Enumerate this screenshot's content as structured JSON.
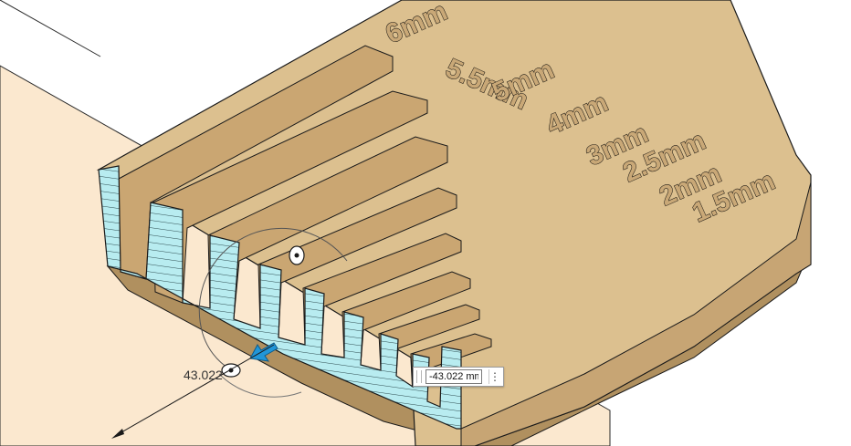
{
  "engraved_labels": [
    "6mm",
    "5.5mm",
    "5mm",
    "4mm",
    "3mm",
    "2.5mm",
    "2mm",
    "1.5mm"
  ],
  "angle_readout": "43.022",
  "distance_input": {
    "value": "-43.022 mm"
  },
  "more_options_glyph": "⋮",
  "icons": {
    "move_arrow": "blue-move-arrow-icon",
    "rotate_handle": "rotate-handle-icon"
  },
  "colors": {
    "part_top": "#dcc08f",
    "part_side": "#c7a574",
    "part_shadow": "#b0905f",
    "section_fill": "#b8ecf0",
    "section_hatch": "#1d3a3e",
    "cut_plane": "#fbe8cf",
    "move_arrow": "#2196d8",
    "edge": "#1a1a1a"
  }
}
